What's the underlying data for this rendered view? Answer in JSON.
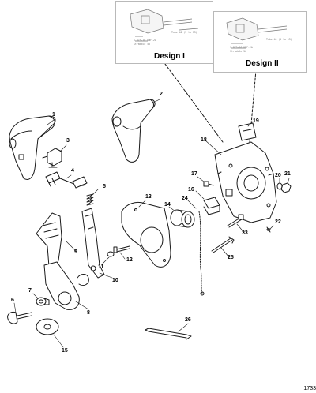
{
  "insets": {
    "design_1": "Design I",
    "design_2": "Design II",
    "design_1_notes": [
      "1.875-16 UNF-2A",
      "Straddle 56",
      "Tube 40 (5 to 13)"
    ],
    "design_2_notes": [
      "1.875-16 UNF-2A",
      "Straddle 56",
      "Tube 40 (5 to 13)"
    ]
  },
  "callouts": [
    "1",
    "2",
    "3",
    "4",
    "5",
    "6",
    "7",
    "8",
    "9",
    "10",
    "11",
    "12",
    "13",
    "14",
    "15",
    "16",
    "17",
    "18",
    "19",
    "20",
    "21",
    "22",
    "23",
    "24",
    "25",
    "26"
  ],
  "figure_number": "1733",
  "colors": {
    "line": "#1a1a1a",
    "inset_border": "#b9b9b9",
    "leader_dash": "#333333"
  }
}
